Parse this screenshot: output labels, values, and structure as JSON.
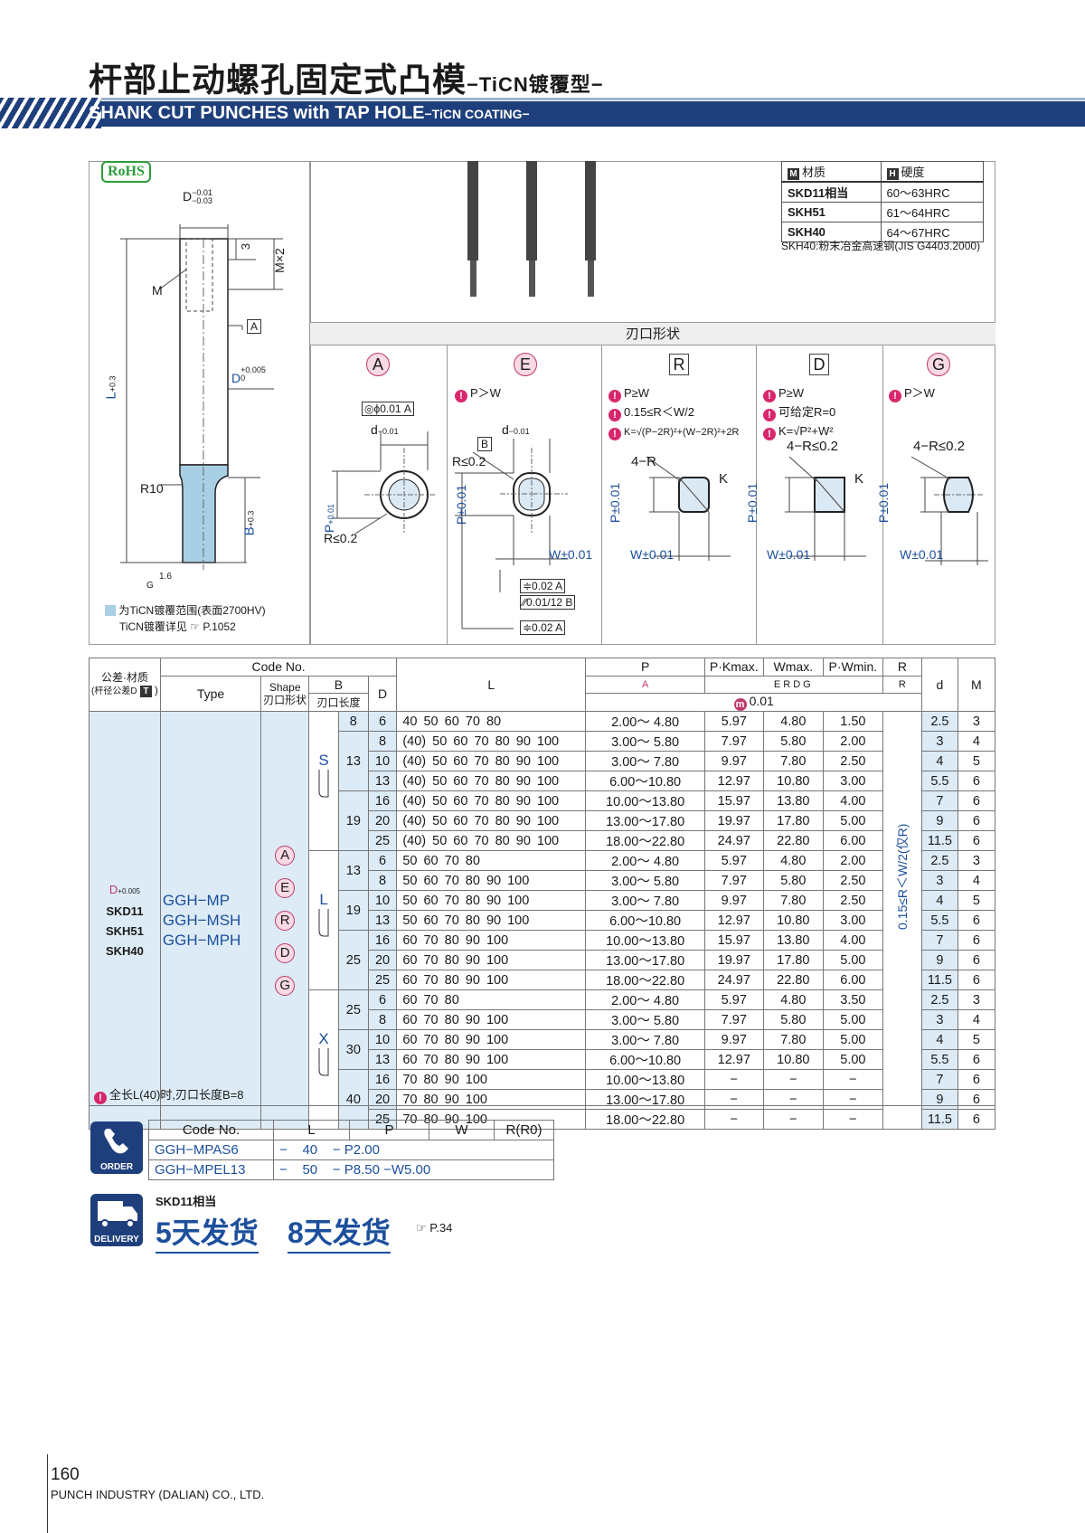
{
  "header": {
    "title_cn": "杆部止动螺孔固定式凸模",
    "title_suffix": "−TiCN镀覆型−",
    "title_en": "SHANK CUT PUNCHES with TAP HOLE",
    "title_en_suffix": "−TiCN COATING−"
  },
  "rohs": "RoHS",
  "materials": {
    "col1": "材质",
    "col2": "硬度",
    "rows": [
      [
        "SKD11相当",
        "60～63HRC"
      ],
      [
        "SKH51",
        "61～64HRC"
      ],
      [
        "SKH40",
        "64～67HRC"
      ]
    ],
    "note": "SKH40:粉末冶金高速钢(JIS G4403.2000)"
  },
  "drawing": {
    "d_top": "D",
    "tol_top": "−0.01",
    "tol_bot": "−0.03",
    "three": "3",
    "mx2": "M×2",
    "m": "M",
    "a_ref": "A",
    "l_label": "L",
    "l_tol": "+0.3",
    "l_tol0": "0",
    "d_mid": "D",
    "d_mid_tol": "+0.005",
    "d_mid_tol0": "0",
    "r10": "R10",
    "b_label": "B",
    "b_tol": "+0.3",
    "b_tol0": "0",
    "g_label": "G",
    "g_num": "1.6",
    "legend1": "为TiCN镀覆范围(表面2700HV)",
    "legend2": "TiCN镀覆详见",
    "legend2_ref": "P.1052"
  },
  "shape_header": "刃口形状",
  "shapes": [
    {
      "key": "A",
      "notes": []
    },
    {
      "key": "E",
      "notes": [
        "P＞W"
      ]
    },
    {
      "key": "R",
      "notes": [
        "P≥W",
        "0.15≤R＜W/2",
        "K=√(P−2R)²+(W−2R)²+2R"
      ]
    },
    {
      "key": "D",
      "notes": [
        "P≥W",
        "可给定R=0",
        "K=√P²+W²"
      ]
    },
    {
      "key": "G",
      "notes": [
        "P＞W"
      ]
    }
  ],
  "shape_labels": {
    "phi": "◎ϕ0.01",
    "a": "A",
    "d": "d",
    "d_tol": "−0.01",
    "d_tol0": "0",
    "r02": "R≤0.2",
    "p": "P",
    "p_tol": "+0.01",
    "p_tol0": "0",
    "p_pm": "P±0.01",
    "w_pm": "W±0.01",
    "b": "B",
    "tol1": "≑0.02",
    "tol1_ref": "A",
    "tol2": "∕∕0.01/12",
    "tol2_ref": "B",
    "tol3": "≑0.02",
    "tol3_ref": "A",
    "four_r": "4−R",
    "four_r02": "4−R≤0.2",
    "k": "K"
  },
  "table": {
    "h_tol": "公差·材质",
    "h_tol2": "(杆径公差D",
    "h_tol2_sq": "T",
    "h_code": "Code No.",
    "h_type": "Type",
    "h_shape": "Shape",
    "h_shape_cn": "刃口形状",
    "h_b": "B",
    "h_b_cn": "刃口长度",
    "h_d": "D",
    "h_l": "L",
    "h_p": "P",
    "h_pk": "P·Kmax.",
    "h_w": "Wmax.",
    "h_pw": "P·Wmin.",
    "h_r": "R",
    "h_dd": "d",
    "h_m": "M",
    "h_p_shape": "A",
    "h_w_shapes": "ERDG",
    "h_r_shape": "R",
    "h_unit": "0.01",
    "h_unit_tag": "m",
    "tol_d": "D",
    "tol_d_sup": "+0.005",
    "tol_d_sub": "0",
    "materials": [
      "SKD11",
      "SKH51",
      "SKH40"
    ],
    "types": [
      "GGH−MP",
      "GGH−MSH",
      "GGH−MPH"
    ],
    "shapes": [
      "A",
      "E",
      "R",
      "D",
      "G"
    ],
    "groups": [
      {
        "code": "S",
        "rows": 7
      },
      {
        "code": "L",
        "rows": 7
      },
      {
        "code": "X",
        "rows": 7
      }
    ],
    "r_note": "0.15≤R＜W/2(仅R)",
    "rows": [
      [
        "8",
        "6",
        "40  50  60  70  80",
        "2.00～ 4.80",
        "5.97",
        "4.80",
        "1.50",
        "2.5",
        "3"
      ],
      [
        "",
        "8",
        "(40)  50  60  70  80  90  100",
        "3.00～ 5.80",
        "7.97",
        "5.80",
        "2.00",
        "3",
        "4"
      ],
      [
        "13",
        "10",
        "(40)  50  60  70  80  90  100",
        "3.00～ 7.80",
        "9.97",
        "7.80",
        "2.50",
        "4",
        "5"
      ],
      [
        "",
        "13",
        "(40)  50  60  70  80  90  100",
        "6.00～10.80",
        "12.97",
        "10.80",
        "3.00",
        "5.5",
        "6"
      ],
      [
        "",
        "16",
        "(40)  50  60  70  80  90  100",
        "10.00～13.80",
        "15.97",
        "13.80",
        "4.00",
        "7",
        "6"
      ],
      [
        "19",
        "20",
        "(40)  50  60  70  80  90  100",
        "13.00～17.80",
        "19.97",
        "17.80",
        "5.00",
        "9",
        "6"
      ],
      [
        "",
        "25",
        "(40)  50  60  70  80  90  100",
        "18.00～22.80",
        "24.97",
        "22.80",
        "6.00",
        "11.5",
        "6"
      ],
      [
        "13",
        "6",
        "50  60  70  80",
        "2.00～ 4.80",
        "5.97",
        "4.80",
        "2.00",
        "2.5",
        "3"
      ],
      [
        "",
        "8",
        "50  60  70  80  90  100",
        "3.00～ 5.80",
        "7.97",
        "5.80",
        "2.50",
        "3",
        "4"
      ],
      [
        "19",
        "10",
        "50  60  70  80  90  100",
        "3.00～ 7.80",
        "9.97",
        "7.80",
        "2.50",
        "4",
        "5"
      ],
      [
        "",
        "13",
        "50  60  70  80  90  100",
        "6.00～10.80",
        "12.97",
        "10.80",
        "3.00",
        "5.5",
        "6"
      ],
      [
        "",
        "16",
        "60  70  80  90  100",
        "10.00～13.80",
        "15.97",
        "13.80",
        "4.00",
        "7",
        "6"
      ],
      [
        "25",
        "20",
        "60  70  80  90  100",
        "13.00～17.80",
        "19.97",
        "17.80",
        "5.00",
        "9",
        "6"
      ],
      [
        "",
        "25",
        "60  70  80  90  100",
        "18.00～22.80",
        "24.97",
        "22.80",
        "6.00",
        "11.5",
        "6"
      ],
      [
        "25",
        "6",
        "60  70  80",
        "2.00～ 4.80",
        "5.97",
        "4.80",
        "3.50",
        "2.5",
        "3"
      ],
      [
        "",
        "8",
        "60  70  80  90  100",
        "3.00～ 5.80",
        "7.97",
        "5.80",
        "5.00",
        "3",
        "4"
      ],
      [
        "30",
        "10",
        "60  70  80  90  100",
        "3.00～ 7.80",
        "9.97",
        "7.80",
        "5.00",
        "4",
        "5"
      ],
      [
        "",
        "13",
        "60  70  80  90  100",
        "6.00～10.80",
        "12.97",
        "10.80",
        "5.00",
        "5.5",
        "6"
      ],
      [
        "",
        "16",
        "70  80  90  100",
        "10.00～13.80",
        "−",
        "−",
        "−",
        "7",
        "6"
      ],
      [
        "40",
        "20",
        "70  80  90  100",
        "13.00～17.80",
        "−",
        "−",
        "−",
        "9",
        "6"
      ],
      [
        "",
        "25",
        "70  80  90  100",
        "18.00～22.80",
        "−",
        "−",
        "−",
        "11.5",
        "6"
      ]
    ],
    "footnote": "全长L(40)时,刃口长度B=8"
  },
  "order": {
    "icon": "ORDER",
    "headers": [
      "Code No.",
      "L",
      "P",
      "W",
      "R(R0)"
    ],
    "rows": [
      [
        "GGH−MPAS6",
        "−",
        "40",
        "−",
        "P2.00",
        "",
        ""
      ],
      [
        "GGH−MPEL13",
        "−",
        "50",
        "−",
        "P8.50",
        "−",
        "W5.00"
      ]
    ]
  },
  "delivery": {
    "icon": "DELIVERY",
    "material": "SKD11相当",
    "d1": "5天发货",
    "d2": "8天发货",
    "ref": "P.34"
  },
  "footer": {
    "page": "160",
    "company": "PUNCH INDUSTRY (DALIAN) CO., LTD."
  }
}
